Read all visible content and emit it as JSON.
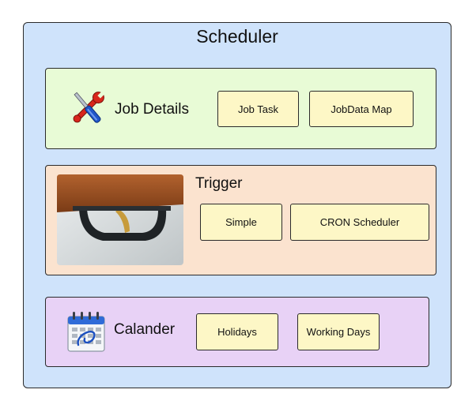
{
  "scheduler": {
    "title": "Scheduler"
  },
  "job_details": {
    "title": "Job Details",
    "items": [
      "Job Task",
      "JobData Map"
    ],
    "icon": "tools-icon"
  },
  "trigger": {
    "title": "Trigger",
    "items": [
      "Simple",
      "CRON Scheduler"
    ],
    "image": "trigger-photo"
  },
  "calendar": {
    "title": "Calander",
    "items": [
      "Holidays",
      "Working Days"
    ],
    "icon": "calendar-icon"
  },
  "colors": {
    "outer": "#cfe3fb",
    "job_panel": "#e8fbd6",
    "trigger_panel": "#fbe3cf",
    "calendar_panel": "#e8d2f6",
    "box": "#fdf7c6"
  }
}
